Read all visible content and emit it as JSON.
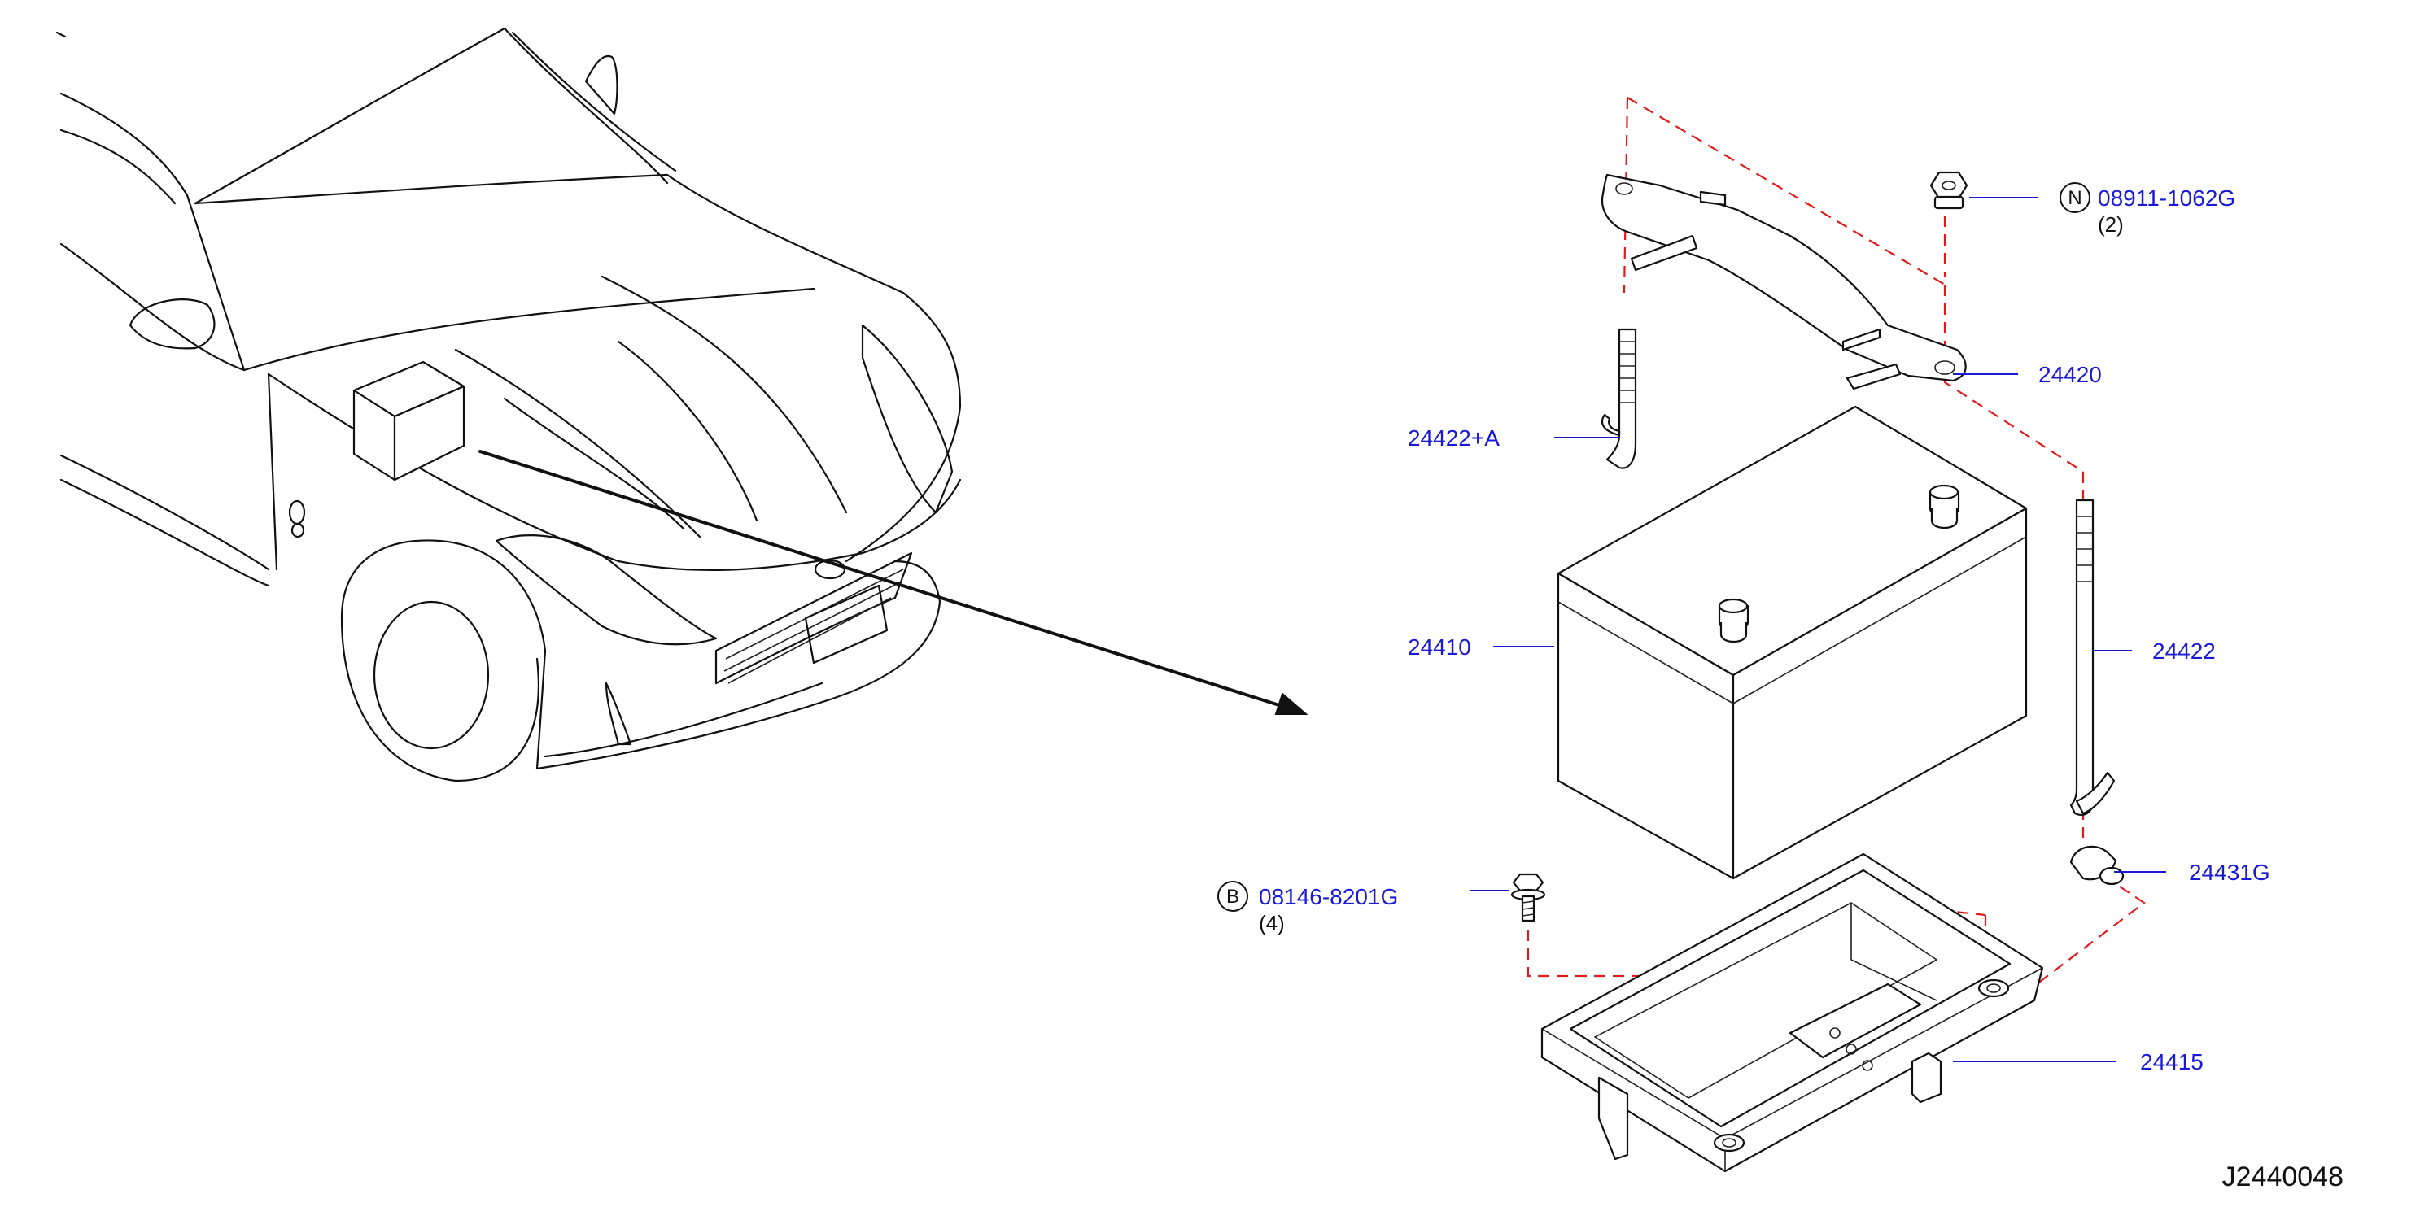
{
  "diagram": {
    "drawing_number": "J2440048",
    "parts": {
      "hold_down_frame": {
        "part_no": "24420"
      },
      "hold_down_rod_a": {
        "part_no": "24422+A"
      },
      "hold_down_rod": {
        "part_no": "24422"
      },
      "battery": {
        "part_no": "24410"
      },
      "battery_tray": {
        "part_no": "24415"
      },
      "clip": {
        "part_no": "24431G"
      },
      "nut": {
        "symbol": "N",
        "part_no": "08911-1062G",
        "qty": "(2)"
      },
      "bolt": {
        "symbol": "B",
        "part_no": "08146-8201G",
        "qty": "(4)"
      }
    },
    "colors": {
      "part_numbers": "#1a1ad6",
      "assembly_lines": "#e01b1b",
      "outlines": "#111111"
    }
  }
}
